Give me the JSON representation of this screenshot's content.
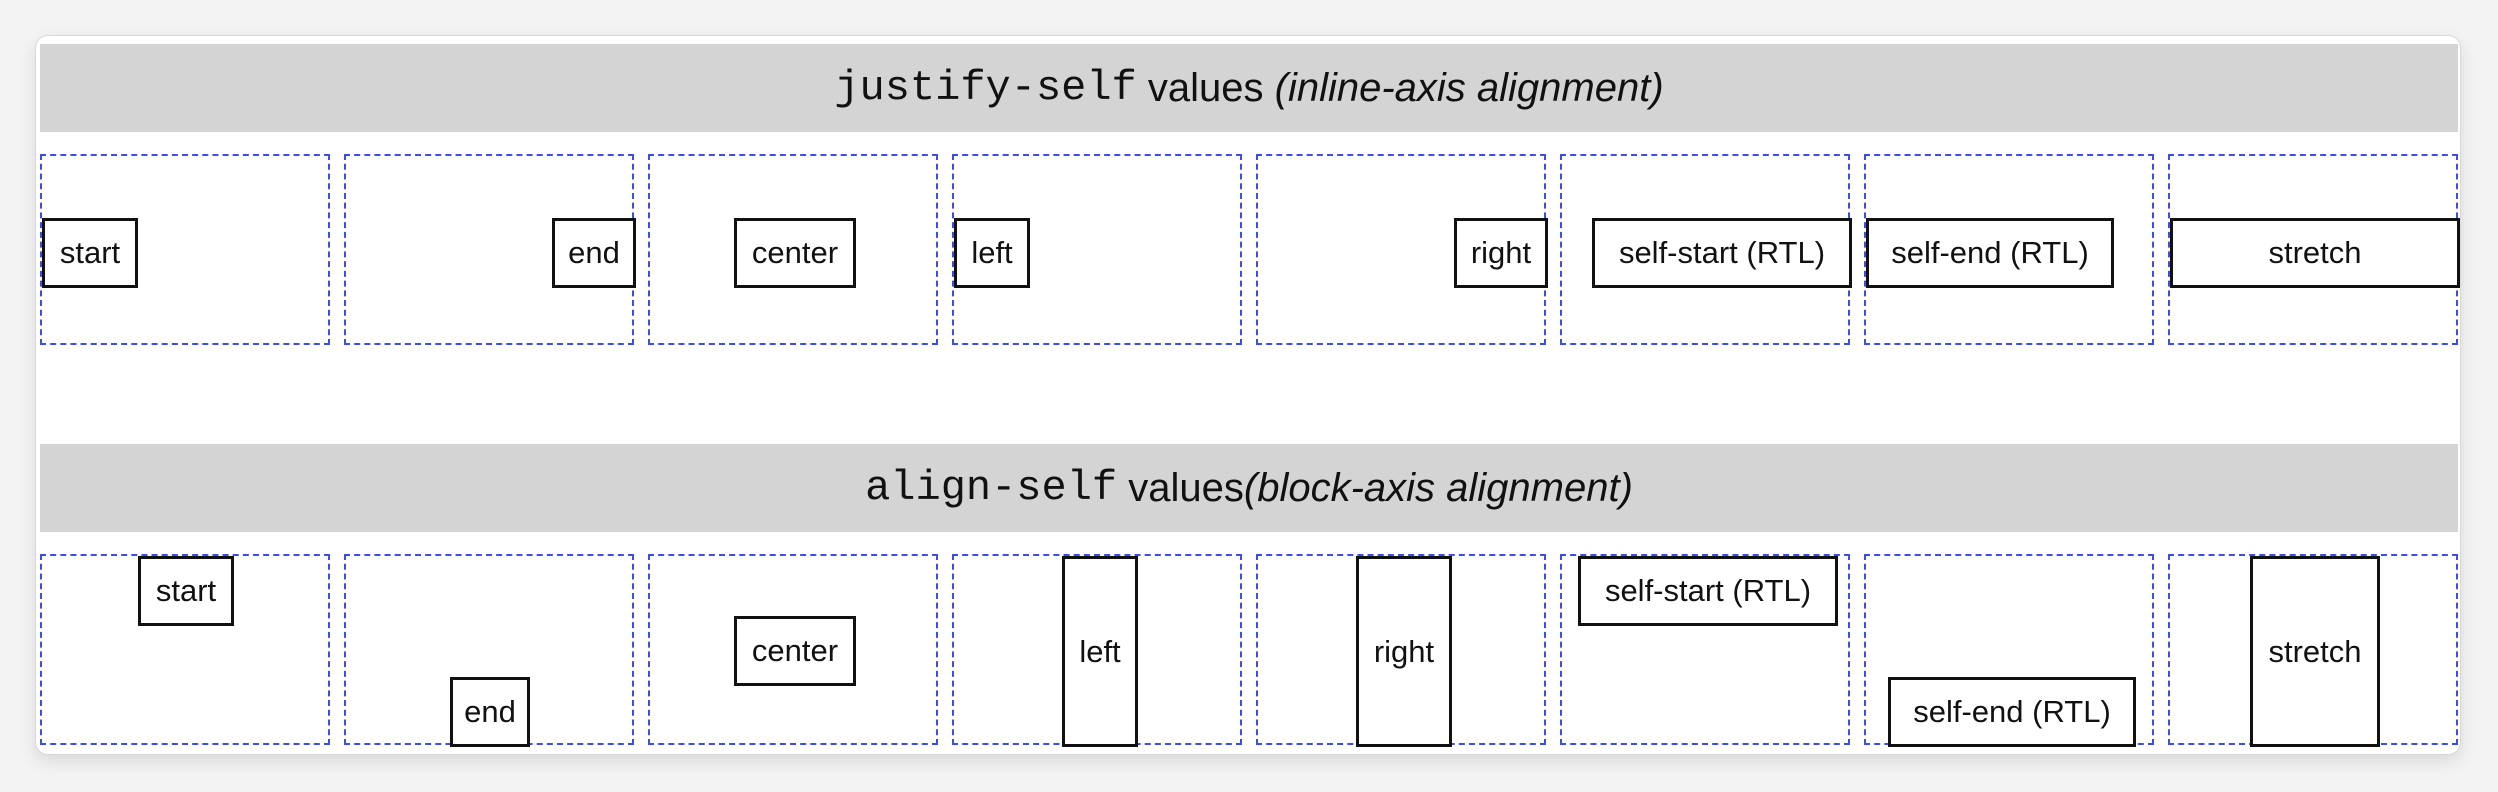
{
  "justify": {
    "title_code": "justify-self",
    "title_word": " values ",
    "title_note": "(inline-axis alignment)",
    "items": [
      {
        "label": "start"
      },
      {
        "label": "end"
      },
      {
        "label": "center"
      },
      {
        "label": "left"
      },
      {
        "label": "right"
      },
      {
        "label": "self-start (RTL)"
      },
      {
        "label": "self-end (RTL)"
      },
      {
        "label": "stretch"
      }
    ]
  },
  "align": {
    "title_code": "align-self",
    "title_word": " values",
    "title_note": "(block-axis alignment)",
    "items": [
      {
        "label": "start"
      },
      {
        "label": "end"
      },
      {
        "label": "center"
      },
      {
        "label": "left"
      },
      {
        "label": "right"
      },
      {
        "label": "self-start (RTL)"
      },
      {
        "label": "self-end (RTL)"
      },
      {
        "label": "stretch"
      }
    ]
  },
  "colors": {
    "header_bg": "#d4d4d4",
    "cell_border": "#3b4fe0",
    "box_border": "#111111"
  }
}
